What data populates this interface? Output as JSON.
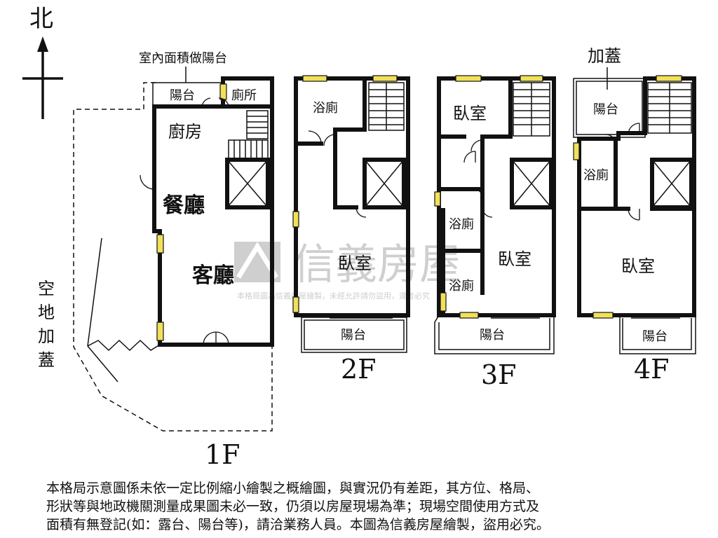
{
  "compass": {
    "north": "北"
  },
  "annotations": {
    "indoor_balcony": "室內面積做陽台",
    "added_structure": "加蓋",
    "yard_addition": [
      "空",
      "地",
      "加",
      "蓋"
    ]
  },
  "floors": {
    "f1": {
      "label": "1F",
      "rooms": {
        "balcony": "陽台",
        "toilet": "廁所",
        "kitchen": "廚房",
        "dining": "餐廳",
        "living": "客廳"
      }
    },
    "f2": {
      "label": "2F",
      "rooms": {
        "bath": "浴廁",
        "bedroom": "臥室",
        "balcony": "陽台"
      }
    },
    "f3": {
      "label": "3F",
      "rooms": {
        "bedroom_north": "臥室",
        "bath_a": "浴廁",
        "bath_b": "浴廁",
        "bedroom_south": "臥室",
        "balcony": "陽台"
      }
    },
    "f4": {
      "label": "4F",
      "rooms": {
        "balcony_north": "陽台",
        "bath": "浴廁",
        "bedroom": "臥室",
        "balcony_south": "陽台"
      }
    }
  },
  "watermark": {
    "brand": "信義房屋",
    "notice": "本格局圖為信義房屋繪製，未經允許請勿盜用，違者必究"
  },
  "disclaimer": [
    "本格局示意圖係未依一定比例縮小繪製之概繪圖，與實況仍有差距，其方位、格局、",
    "形狀等與地政機關測量成果圖未必一致，仍須以房屋現場為準；現場空間使用方式及",
    "面積有無登記(如：露台、陽台等)，請洽業務人員。本圖為信義房屋繪製，盜用必究。"
  ],
  "colors": {
    "wall": "#111111",
    "window": "#f1e05a",
    "watermark": "#c7c7c7"
  }
}
